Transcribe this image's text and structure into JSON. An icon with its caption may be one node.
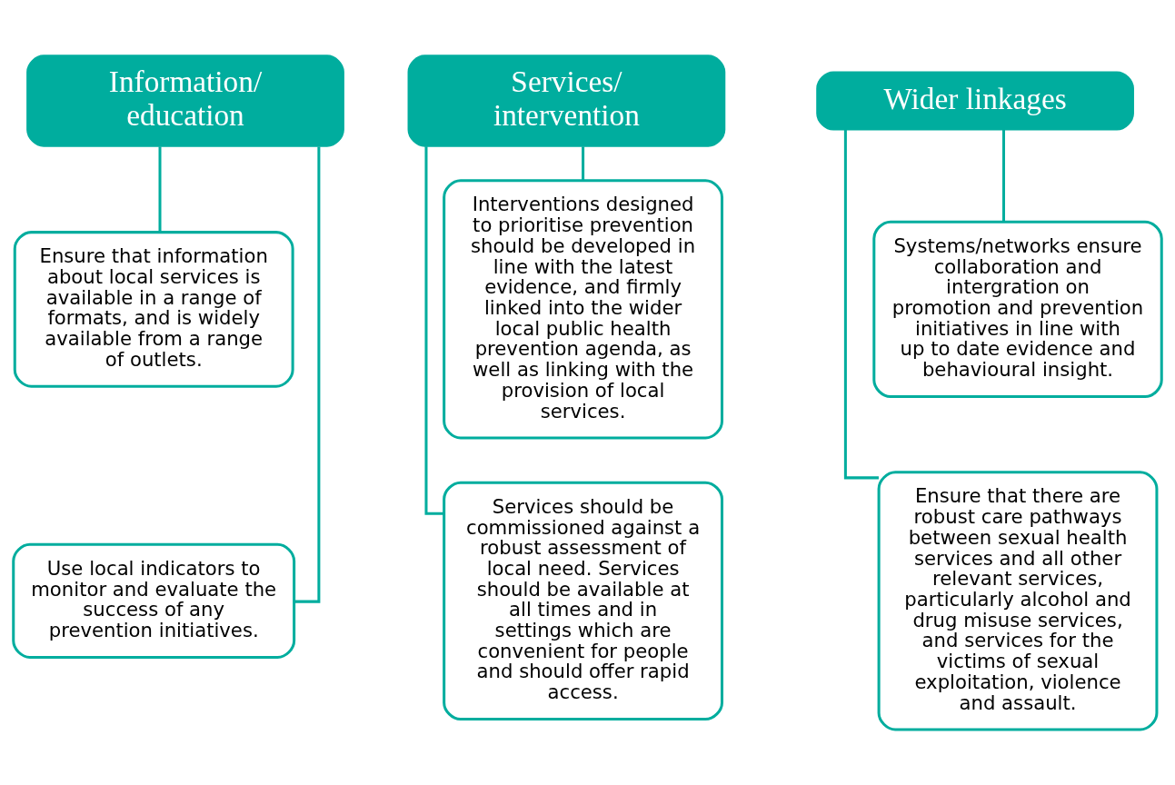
{
  "diagram": {
    "nodes": [
      {
        "text": [
          "Information/ education"
        ]
      },
      {
        "text": [
          "Ensure that information about local services is available in a range of formats, and is widely available from a range of outlets."
        ]
      },
      {
        "text": [
          "Use local indicators to monitor and evaluate the success of any prevention initiatives."
        ]
      },
      {
        "text": [
          "Services/ intervention"
        ]
      },
      {
        "text": [
          "Interventions designed to prioritise prevention should be developed in line with the latest evidence, and firmly linked into the wider local public health prevention agenda, as well as linking with the provision of local services."
        ]
      },
      {
        "text": [
          "Services should be commissioned against a robust assessment of local need. Services should be available at all times and in settings which are convenient for people and should offer rapid access."
        ]
      },
      {
        "text": [
          "Wider linkages"
        ]
      },
      {
        "text": [
          "Systems/networks ensure collaboration and intergration on promotion and prevention initiatives in line with up to date evidence and behavioural insight."
        ]
      },
      {
        "text": [
          "Ensure that there are robust care pathways between sexual health services and all other relevant services, particularly alcohol and drug misuse services, and services for the victims of sexual exploitation, violence and assault."
        ]
      }
    ],
    "edges": [
      {
        "from": 0,
        "to": 1,
        "arrow": "none"
      },
      {
        "from": 0,
        "to": 2,
        "arrow": "none"
      },
      {
        "from": 3,
        "to": 4,
        "arrow": "none"
      },
      {
        "from": 3,
        "to": 5,
        "arrow": "none"
      },
      {
        "from": 6,
        "to": 7,
        "arrow": "none"
      },
      {
        "from": 6,
        "to": 8,
        "arrow": "none"
      }
    ]
  }
}
